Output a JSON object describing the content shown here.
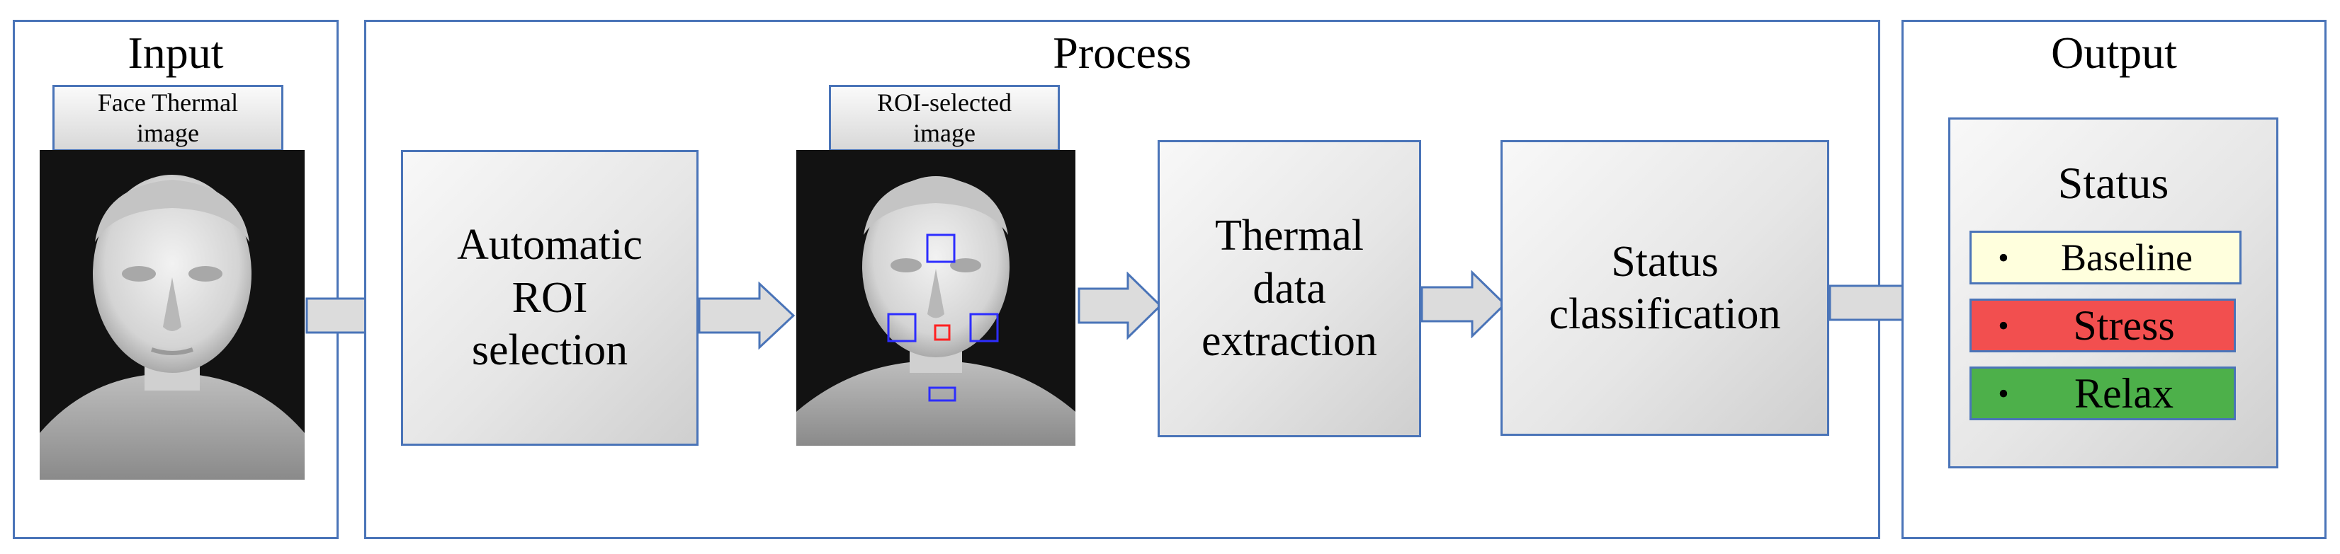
{
  "panels": {
    "input_title": "Input",
    "process_title": "Process",
    "output_title": "Output"
  },
  "images": {
    "face_label": "Face Thermal\nimage",
    "roi_label": "ROI-selected\nimage"
  },
  "steps": {
    "roi_selection": "Automatic\nROI\nselection",
    "extraction": "Thermal\ndata\nextraction",
    "classification": "Status\nclassification"
  },
  "output": {
    "status_title": "Status",
    "items": [
      {
        "label": "Baseline",
        "bullet": "•",
        "color": "#ffffdd"
      },
      {
        "label": "Stress",
        "bullet": "•",
        "color": "#f24f4f"
      },
      {
        "label": "Relax",
        "bullet": "•",
        "color": "#4db04a"
      }
    ]
  },
  "colors": {
    "border": "#4a74b8",
    "roi_marker_blue": "#2d2dff",
    "roi_marker_red": "#ff2020"
  }
}
